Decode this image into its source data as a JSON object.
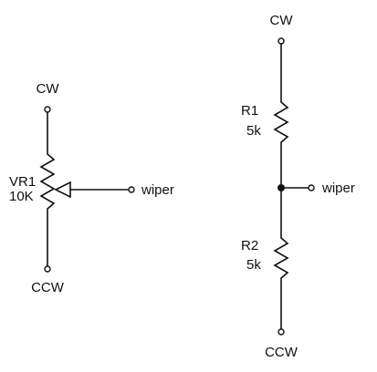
{
  "potentiometer": {
    "top_label": "CW",
    "bottom_label": "CCW",
    "designator": "VR1",
    "value": "10K",
    "wiper_label": "wiper"
  },
  "divider": {
    "top_label": "CW",
    "bottom_label": "CCW",
    "r1_designator": "R1",
    "r1_value": "5k",
    "r2_designator": "R2",
    "r2_value": "5k",
    "wiper_label": "wiper"
  }
}
